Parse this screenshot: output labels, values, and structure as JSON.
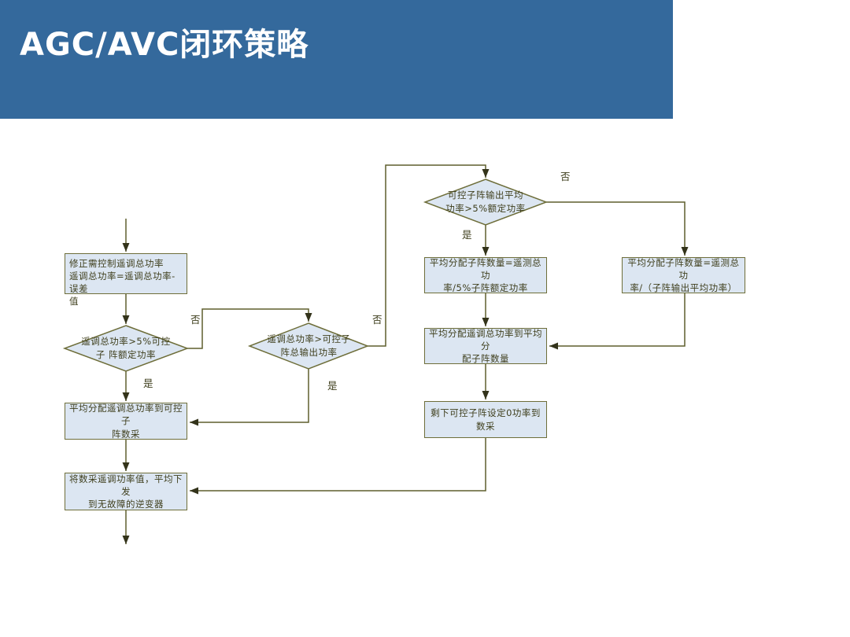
{
  "header": {
    "title": "AGC/AVC闭环策略"
  },
  "colors": {
    "header_bg": "#34699c",
    "title_text": "#ffffff",
    "node_fill": "#dce6f2",
    "node_border": "#6e6e3a",
    "connector_line": "#5f5f2d",
    "arrowhead": "#33331a",
    "node_text": "#3f3f1d"
  },
  "flowchart": {
    "nodes": {
      "correct_power": {
        "text": "修正需控制遥调总功率\n遥调总功率=遥调总功率-误差\n值"
      },
      "remote_gt_5pct_rated": {
        "text": "遥调总功率>5%可控\n子 阵额定功率"
      },
      "remote_gt_total_output": {
        "text": "遥调总功率>可控子\n阵总输出功率"
      },
      "avg_output_gt_5pct": {
        "text": "可控子阵输出平均\n功率>5%额定功率"
      },
      "assign_to_controllable": {
        "text": "平均分配遥调总功率到可控子\n阵数采"
      },
      "send_to_inverters": {
        "text": "将数采遥调功率值，平均下发\n到无故障的逆变器"
      },
      "count_by_5pct_rated": {
        "text": "平均分配子阵数量=遥测总功\n率/5%子阵额定功率"
      },
      "count_by_avg_output": {
        "text": "平均分配子阵数量=遥测总功\n率/（子阵输出平均功率）"
      },
      "assign_to_count": {
        "text": "平均分配遥调总功率到平均分\n配子阵数量"
      },
      "zero_power_rest": {
        "text": "剩下可控子阵设定0功率到数采"
      }
    },
    "labels": {
      "d1_yes": "是",
      "d1_no": "否",
      "d2_yes": "是",
      "d2_no": "否",
      "d3_yes": "是",
      "d3_no": "否"
    }
  }
}
